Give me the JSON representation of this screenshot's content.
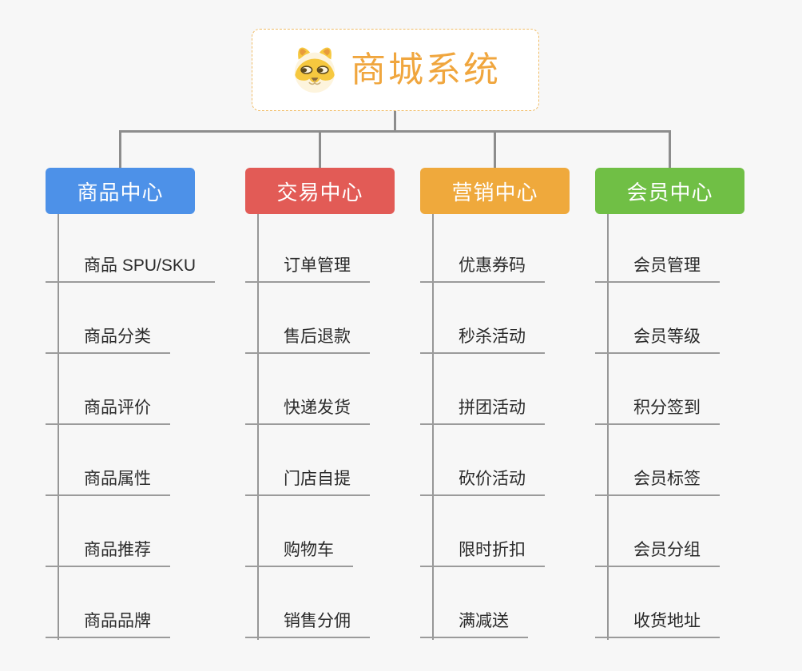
{
  "root": {
    "label": "商城系统",
    "icon": "dog-face-icon",
    "text_color": "#f0a63e",
    "border_color": "#f0bc66"
  },
  "branches": [
    {
      "label": "商品中心",
      "color": "#4d91e8",
      "items": [
        "商品 SPU/SKU",
        "商品分类",
        "商品评价",
        "商品属性",
        "商品推荐",
        "商品品牌"
      ]
    },
    {
      "label": "交易中心",
      "color": "#e25b56",
      "items": [
        "订单管理",
        "售后退款",
        "快递发货",
        "门店自提",
        "购物车",
        "销售分佣"
      ]
    },
    {
      "label": "营销中心",
      "color": "#efa93c",
      "items": [
        "优惠券码",
        "秒杀活动",
        "拼团活动",
        "砍价活动",
        "限时折扣",
        "满减送"
      ]
    },
    {
      "label": "会员中心",
      "color": "#70bf45",
      "items": [
        "会员管理",
        "会员等级",
        "积分签到",
        "会员标签",
        "会员分组",
        "收货地址"
      ]
    }
  ],
  "connector_color": "#8d8d8d",
  "background_color": "#f7f7f7"
}
